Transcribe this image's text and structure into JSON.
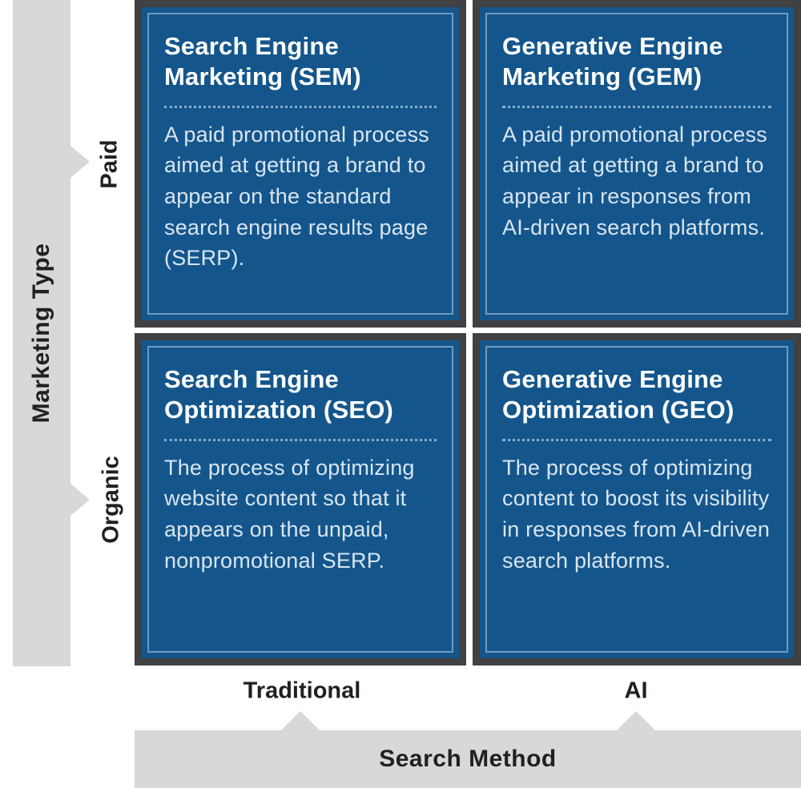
{
  "diagram": {
    "type": "2x2-quadrant-matrix",
    "y_axis": {
      "label": "Marketing Type",
      "ticks": {
        "top": "Paid",
        "bottom": "Organic"
      }
    },
    "x_axis": {
      "label": "Search Method",
      "ticks": {
        "left": "Traditional",
        "right": "AI"
      }
    },
    "quadrants": {
      "sem": {
        "title": "Search Engine Marketing (SEM)",
        "description": "A paid promotional process aimed at getting a brand to appear on the standard search engine results page (SERP)."
      },
      "gem": {
        "title": "Generative Engine Marketing (GEM)",
        "description": "A paid promotional process aimed at getting a brand to appear in responses from AI-driven search platforms."
      },
      "seo": {
        "title": "Search Engine Optimization (SEO)",
        "description": "The process of optimizing website content so that it appears on the unpaid, nonpromotional SERP."
      },
      "geo": {
        "title": "Generative Engine Optimization (GEO)",
        "description": "The process of optimizing content to boost its visibility in responses from AI-driven search platforms."
      }
    }
  },
  "colors": {
    "card_blue": "#14568C",
    "card_border": "#414042",
    "axis_bar": "#D8D8D8",
    "axis_text": "#231F20",
    "title_white": "#FFFFFF",
    "body_text": "#D9E5F0"
  }
}
